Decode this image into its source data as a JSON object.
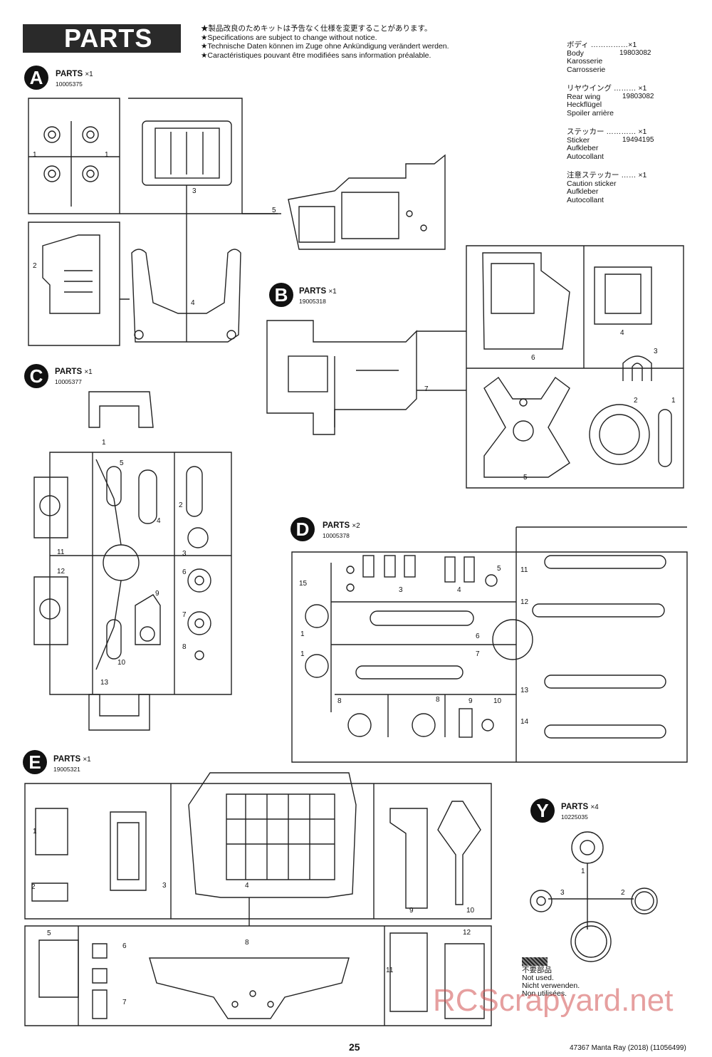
{
  "title": "PARTS",
  "notices": [
    "★製品改良のためキットは予告なく仕様を変更することがあります。",
    "★Specifications are subject to change without notice.",
    "★Technische Daten können im Zuge ohne Ankündigung verändert werden.",
    "★Caractéristiques pouvant être modifiées sans information préalable."
  ],
  "side_parts": [
    {
      "jp": "ボディ ……………×1",
      "en": "Body",
      "de": "Karosserie",
      "fr": "Carrosserie",
      "num": "19803082"
    },
    {
      "jp": "リヤウイング ……… ×1",
      "en": "Rear wing",
      "de": "Heckflügel",
      "fr": "Spoiler arrière",
      "num": "19803082"
    },
    {
      "jp": "ステッカー ………… ×1",
      "en": "Sticker",
      "de": "Aufkleber",
      "fr": "Autocollant",
      "num": "19494195"
    },
    {
      "jp": "注意ステッカー …… ×1",
      "en": "Caution sticker",
      "de": "Aufkleber",
      "fr": "Autocollant",
      "num": ""
    }
  ],
  "trees": {
    "A": {
      "letter": "A",
      "label": "PARTS",
      "qty": "×1",
      "code": "10005375",
      "parts": [
        "1",
        "1",
        "2",
        "3",
        "4",
        "5"
      ]
    },
    "B": {
      "letter": "B",
      "label": "PARTS",
      "qty": "×1",
      "code": "19005318",
      "parts": [
        "1",
        "2",
        "3",
        "4",
        "5",
        "6",
        "7"
      ]
    },
    "C": {
      "letter": "C",
      "label": "PARTS",
      "qty": "×1",
      "code": "10005377",
      "parts": [
        "1",
        "2",
        "3",
        "4",
        "5",
        "6",
        "7",
        "8",
        "9",
        "10",
        "11",
        "12",
        "13"
      ]
    },
    "D": {
      "letter": "D",
      "label": "PARTS",
      "qty": "×2",
      "code": "10005378",
      "parts": [
        "1",
        "1",
        "3",
        "4",
        "5",
        "6",
        "7",
        "8",
        "8",
        "9",
        "10",
        "11",
        "12",
        "13",
        "14",
        "15"
      ]
    },
    "E": {
      "letter": "E",
      "label": "PARTS",
      "qty": "×1",
      "code": "19005321",
      "parts": [
        "1",
        "2",
        "3",
        "4",
        "5",
        "6",
        "7",
        "8",
        "9",
        "10",
        "11",
        "12"
      ]
    },
    "Y": {
      "letter": "Y",
      "label": "PARTS",
      "qty": "×4",
      "code": "10225035",
      "parts": [
        "1",
        "2",
        "3"
      ]
    }
  },
  "legend": {
    "jp": "不要部品",
    "en": "Not used.",
    "de": "Nicht verwenden.",
    "fr": "Non utilisées."
  },
  "watermark": "RCScrapyard.net",
  "page_number": "25",
  "footer": "47367 Manta Ray (2018) (11056499)"
}
